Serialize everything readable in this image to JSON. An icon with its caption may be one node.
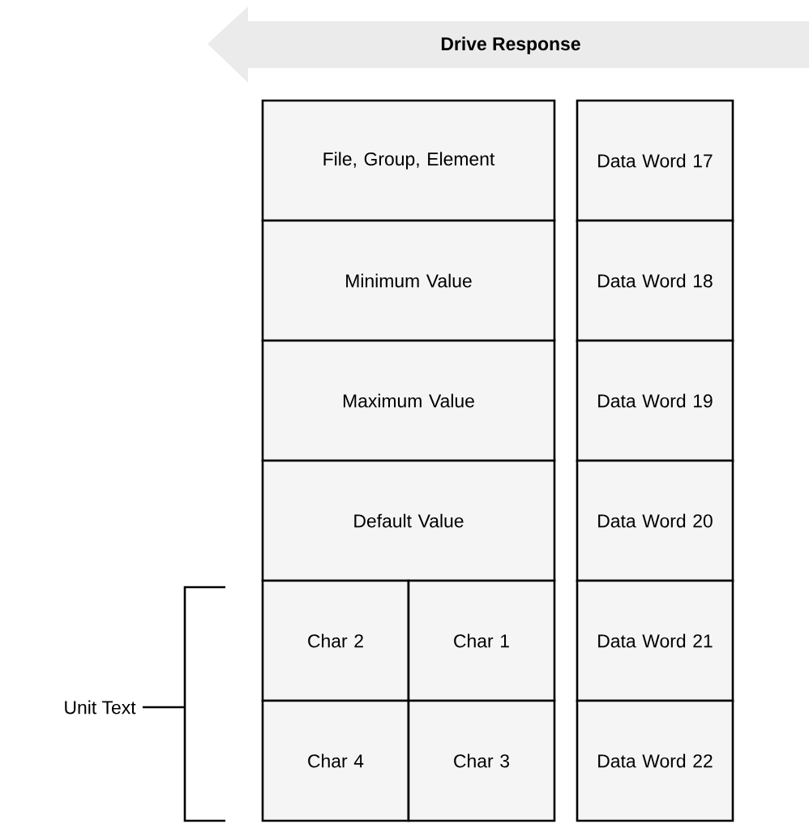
{
  "diagram": {
    "nodes": [
      {
        "text": [
          "Drive Response"
        ]
      },
      {
        "text": [
          "File, Group, Element"
        ]
      },
      {
        "text": [
          "Data Word 17"
        ]
      },
      {
        "text": [
          "Minimum Value"
        ]
      },
      {
        "text": [
          "Data Word 18"
        ]
      },
      {
        "text": [
          "Maximum Value"
        ]
      },
      {
        "text": [
          "Data Word 19"
        ]
      },
      {
        "text": [
          "Default Value"
        ]
      },
      {
        "text": [
          "Data Word 20"
        ]
      },
      {
        "text": [
          "Char 2"
        ]
      },
      {
        "text": [
          "Char 1"
        ]
      },
      {
        "text": [
          "Data Word 21"
        ]
      },
      {
        "text": [
          "Char 4"
        ]
      },
      {
        "text": [
          "Char 3"
        ]
      },
      {
        "text": [
          "Data Word 22"
        ]
      }
    ],
    "labels": [
      "Unit Text"
    ]
  }
}
